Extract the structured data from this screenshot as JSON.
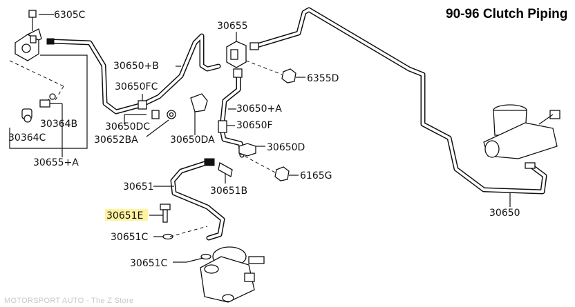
{
  "title": "90-96 Clutch Piping",
  "footer": "MOTORSPORT AUTO - The Z Store",
  "highlight_color": "#fff3a0",
  "labels": {
    "p6305C": "6305C",
    "p30655_top": "30655",
    "p30650B": "30650+B",
    "p6355D": "6355D",
    "p30650FC": "30650FC",
    "p30650A": "30650+A",
    "p30364B": "30364B",
    "p30650DC": "30650DC",
    "p30650F": "30650F",
    "p30364C": "30364C",
    "p30652BA": "30652BA",
    "p30650DA": "30650DA",
    "p30650D": "30650D",
    "p30655A": "30655+A",
    "p6165G": "6165G",
    "p30651": "30651",
    "p30651B": "30651B",
    "p30650": "30650",
    "p30651E": "30651E",
    "p30651C_1": "30651C",
    "p30651C_2": "30651C"
  }
}
